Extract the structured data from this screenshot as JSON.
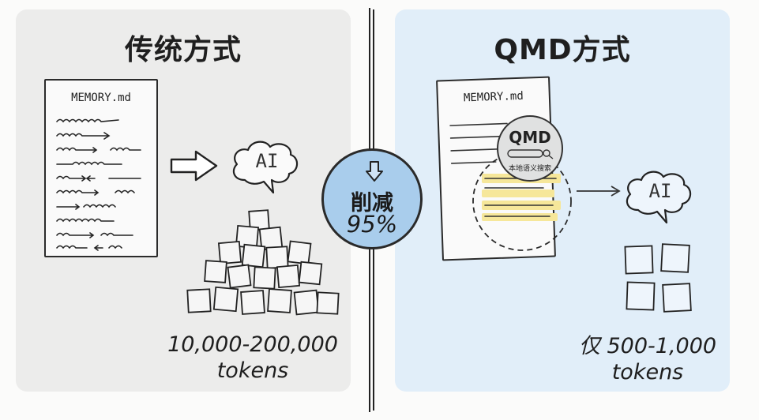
{
  "left_panel": {
    "title": "传统方式",
    "doc_title": "MEMORY.md",
    "ai_label": "AI",
    "tokens_range": "10,000-200,000",
    "tokens_unit": "tokens"
  },
  "right_panel": {
    "title": "QMD方式",
    "doc_title": "MEMORY.md",
    "qmd_name": "QMD",
    "qmd_subtitle": "本地语义搜索",
    "ai_label": "AI",
    "tokens_range": "仅 500-1,000",
    "tokens_unit": "tokens"
  },
  "badge": {
    "label": "削减",
    "value": "95%"
  },
  "colors": {
    "left_bg": "#ececeb",
    "right_bg": "#e1eef9",
    "badge_fill": "#a9cdec",
    "highlight": "#f6e79a"
  }
}
